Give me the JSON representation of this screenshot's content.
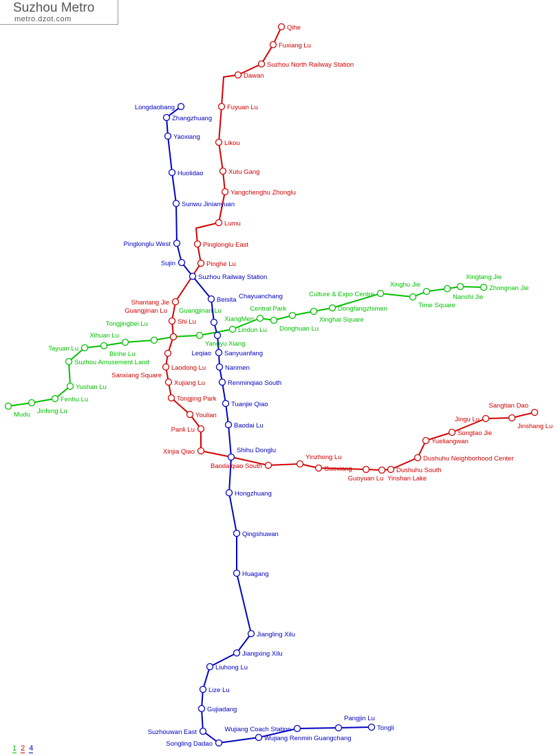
{
  "header": {
    "title": "Suzhou Metro",
    "subtitle": "metro.dzot.com"
  },
  "lines": [
    {
      "name": "1",
      "color": "#00c000",
      "stations": [
        "Mudu",
        "Jinfeng Lu",
        "Fenhu Lu",
        "Yushan Lu",
        "Suzhou Amusement Land",
        "Tayuan Lu",
        "Binhe Lu",
        "Xihuan Lu",
        "Tongjingbei Lu",
        "Guangjinan Lu",
        "Yangyu Xiang",
        "Lindun Lu",
        "XiangMen",
        "Donghuan Lu",
        "Central Park",
        "Xinghai Square",
        "Dongfangzhimen",
        "Culture & Expo Centre",
        "Time Square",
        "Xinghu Jie",
        "Nanshi Jie",
        "Xingtang Jie",
        "Zhongnan Jie"
      ]
    },
    {
      "name": "2",
      "color": "#d00000",
      "stations": [
        "Qihe",
        "Fuxiang Lu",
        "Suzhou North Railway Station",
        "Dawan",
        "Fuyuan Lu",
        "Likou",
        "Xutu Gang",
        "Yangchenghu Zhonglu",
        "Lumu",
        "Pinglonglu East",
        "Pinghe Lu",
        "Shantang Jie",
        "Shi Lu",
        "Guangjinan Lu",
        "Sanxiang Square",
        "Laodong Lu",
        "Xujiang Lu",
        "Tongjing Park",
        "Youlian",
        "Panli Lu",
        "Xinjia Qiao",
        "Baodaiqiao South",
        "Yinzhong Lu",
        "Guoxiang",
        "Guoyuan Lu",
        "Yinshan Lake",
        "Dushuhu South",
        "Dushuhu Neighborhood Center",
        "Yueliangwan",
        "Songtao Jie",
        "Jingu Lu",
        "Jinshang Lu",
        "Sangtian Dao"
      ]
    },
    {
      "name": "4",
      "color": "#0000c0",
      "stations": [
        "Longdaobang",
        "Zhangzhuang",
        "Yaoxiang",
        "Huolidao",
        "Sunwu Jinianyuan",
        "Pinglonglu West",
        "Sujin",
        "Suzhou Railway Station",
        "Beisita",
        "Chayuanchang",
        "Leqiao",
        "Sanyuanfang",
        "Nanmen",
        "Renminqiao South",
        "Tuanjie Qiao",
        "Baodai Lu",
        "Shihu Donglu",
        "Hongzhuang",
        "Qingshuwan",
        "Huagang",
        "Jiangling Xilu",
        "Jiangxing Xilu",
        "Liuhong Lu",
        "Lize Lu",
        "Gujiadang",
        "Suzhouwan East",
        "Songling Dadao",
        "Wujiang Renmin Guangchang",
        "Wujiang Coach Station",
        "Pangjin Lu",
        "Tongli"
      ]
    }
  ]
}
